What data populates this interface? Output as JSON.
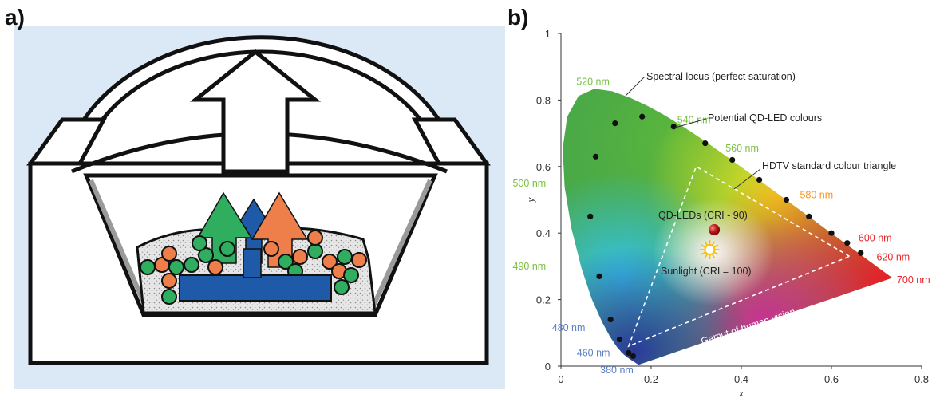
{
  "panel_a": {
    "label": "a)"
  },
  "panel_b": {
    "label": "b)",
    "axes": {
      "xlabel": "x",
      "ylabel": "y",
      "xlim": [
        0,
        0.8
      ],
      "ylim": [
        0,
        1
      ],
      "x_ticks": [
        "0",
        "0.2",
        "0.4",
        "0.6",
        "0.8"
      ],
      "y_ticks": [
        "0",
        "0.2",
        "0.4",
        "0.6",
        "0.8",
        "1"
      ]
    },
    "wavelength_labels": [
      {
        "text": "520 nm",
        "color": "#7ac142"
      },
      {
        "text": "540 nm",
        "color": "#7ac142"
      },
      {
        "text": "560 nm",
        "color": "#7ac142"
      },
      {
        "text": "500 nm",
        "color": "#7ac142"
      },
      {
        "text": "580 nm",
        "color": "#f7941d"
      },
      {
        "text": "600 nm",
        "color": "#e8262b"
      },
      {
        "text": "620 nm",
        "color": "#e8262b"
      },
      {
        "text": "700 nm",
        "color": "#e8262b"
      },
      {
        "text": "490 nm",
        "color": "#7ac142"
      },
      {
        "text": "480 nm",
        "color": "#5b7fc2"
      },
      {
        "text": "460 nm",
        "color": "#5b7fc2"
      },
      {
        "text": "380 nm",
        "color": "#5b7fc2"
      }
    ],
    "annotations": {
      "spectral_locus": "Spectral locus (perfect saturation)",
      "potential_colours": "Potential QD-LED colours",
      "hdtv_triangle": "HDTV standard colour triangle",
      "qd_leds": "QD-LEDs (CRI - 90)",
      "sunlight": "Sunlight (CRI = 100)",
      "gamut": "Gamut of human vision"
    },
    "qd_led_points": [
      [
        0.16,
        0.03
      ],
      [
        0.15,
        0.04
      ],
      [
        0.13,
        0.08
      ],
      [
        0.11,
        0.14
      ],
      [
        0.085,
        0.27
      ],
      [
        0.065,
        0.45
      ],
      [
        0.077,
        0.63
      ],
      [
        0.12,
        0.73
      ],
      [
        0.18,
        0.75
      ],
      [
        0.25,
        0.72
      ],
      [
        0.32,
        0.67
      ],
      [
        0.38,
        0.62
      ],
      [
        0.44,
        0.56
      ],
      [
        0.5,
        0.5
      ],
      [
        0.55,
        0.45
      ],
      [
        0.6,
        0.4
      ],
      [
        0.635,
        0.37
      ],
      [
        0.665,
        0.34
      ]
    ],
    "hdtv_triangle": [
      [
        0.64,
        0.33
      ],
      [
        0.3,
        0.6
      ],
      [
        0.15,
        0.06
      ]
    ],
    "qd_led_white": [
      0.34,
      0.41
    ],
    "sunlight_point": [
      0.33,
      0.35
    ]
  }
}
